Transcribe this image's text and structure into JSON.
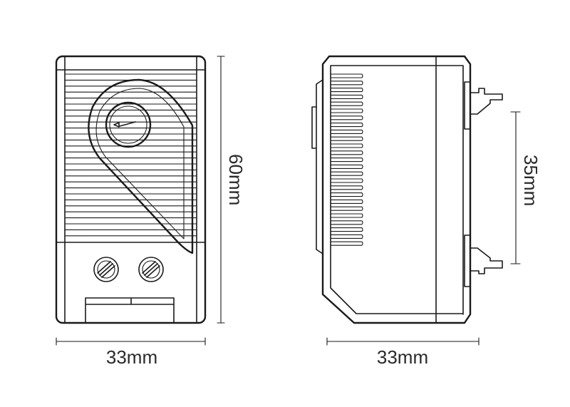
{
  "front_view": {
    "width_label": "33mm",
    "height_label": "60mm"
  },
  "side_view": {
    "width_label": "33mm",
    "rail_label": "35mm"
  },
  "colors": {
    "line": "#1a1a1a",
    "background": "#ffffff"
  }
}
